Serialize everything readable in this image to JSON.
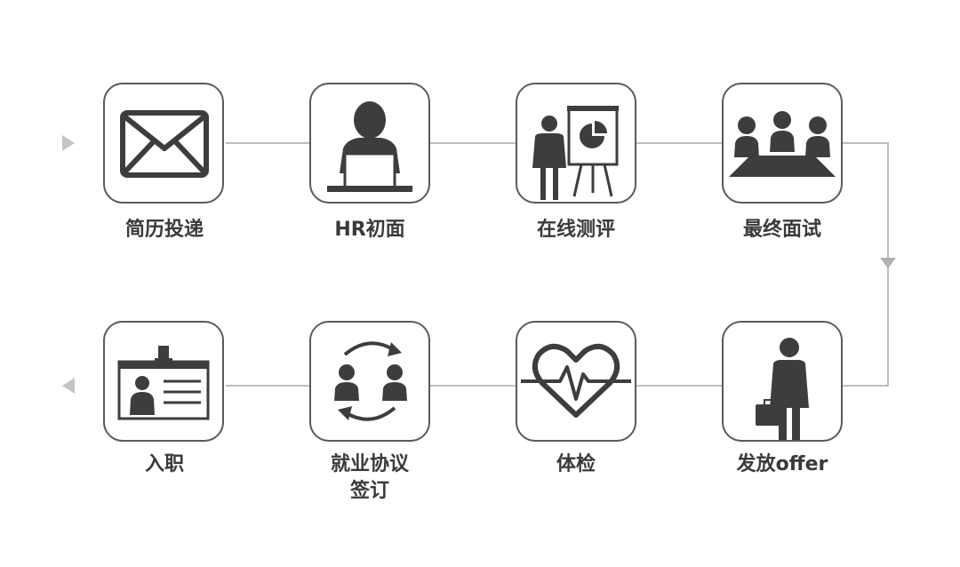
{
  "steps": [
    {
      "label": "简历投递",
      "icon": "envelope-icon"
    },
    {
      "label": "HR初面",
      "icon": "person-laptop-icon"
    },
    {
      "label": "在线测评",
      "icon": "presentation-chart-icon"
    },
    {
      "label": "最终面试",
      "icon": "meeting-table-icon"
    },
    {
      "label": "发放offer",
      "icon": "businessman-briefcase-icon"
    },
    {
      "label": "体检",
      "icon": "heart-pulse-icon"
    },
    {
      "label_lines": [
        "就业协议",
        "签订"
      ],
      "icon": "people-exchange-icon"
    },
    {
      "label": "入职",
      "icon": "id-badge-icon"
    }
  ],
  "colors": {
    "stroke": "#5a5a5a",
    "icon": "#3d3d3d",
    "connector": "#bdbdbd",
    "text": "#3a3a3a"
  }
}
